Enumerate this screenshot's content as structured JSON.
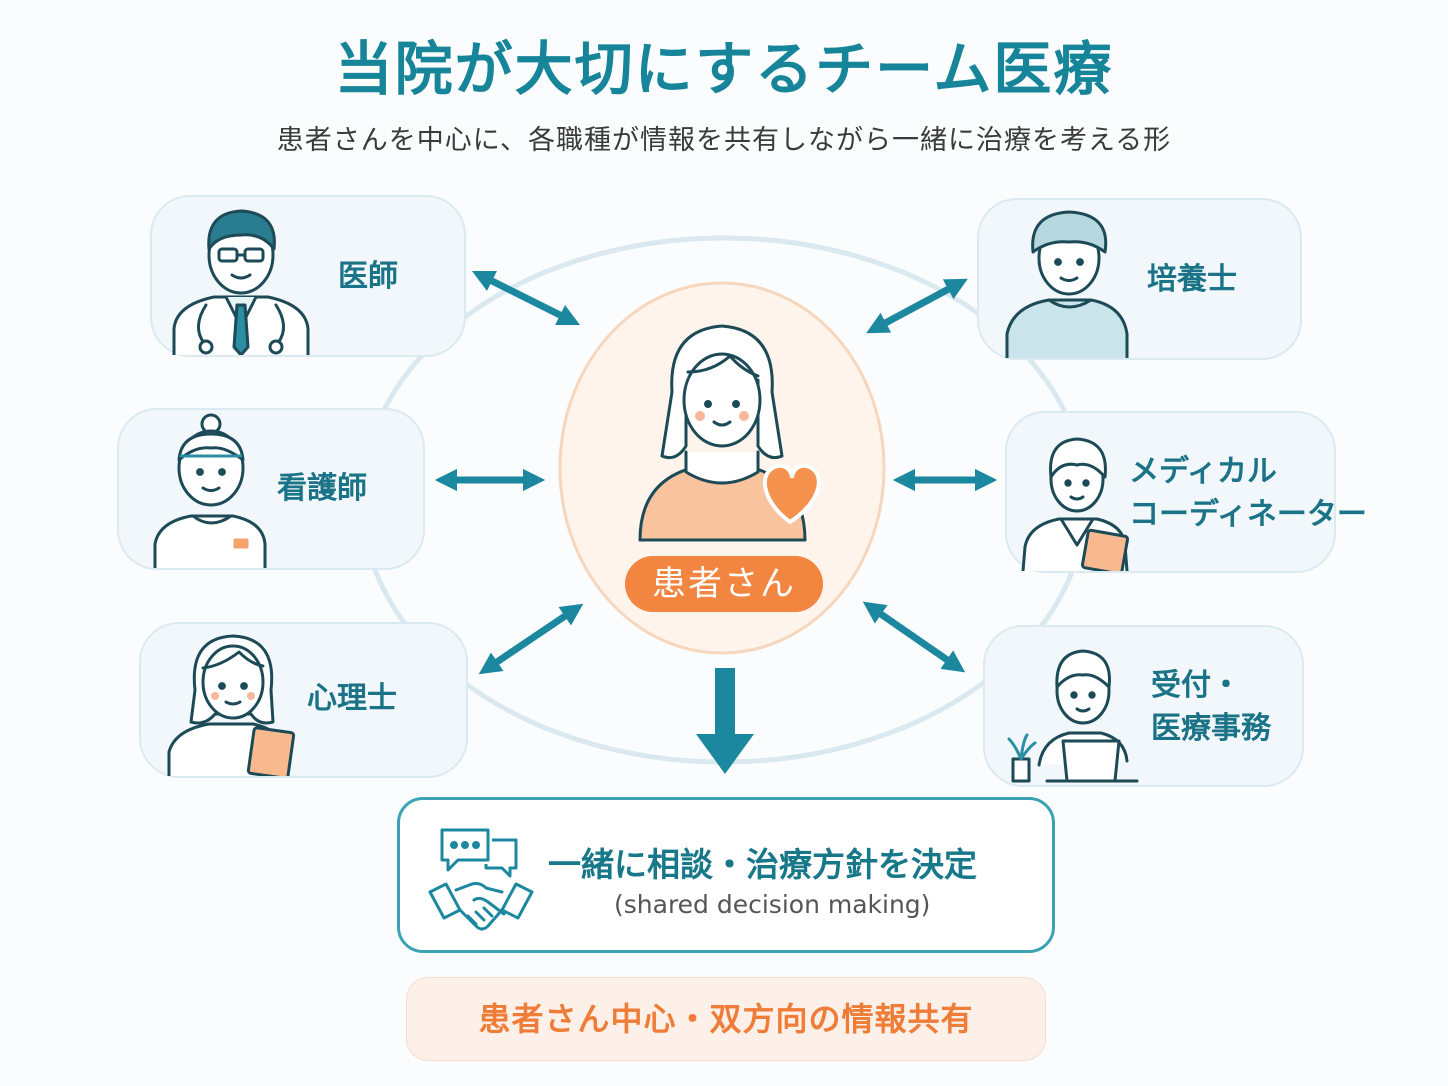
{
  "title": "当院が大切にするチーム医療",
  "subtitle": "患者さんを中心に、各職種が情報を共有しながら一緒に治療を考える形",
  "patient": {
    "label": "患者さん"
  },
  "roles": {
    "doctor": "医師",
    "nurse": "看護師",
    "psychologist": "心理士",
    "cultivator": "培養士",
    "coordinator_line1": "メディカル",
    "coordinator_line2": "コーディネーター",
    "reception_line1": "受付・",
    "reception_line2": "医療事務"
  },
  "decision": {
    "title": "一緒に相談・治療方針を決定",
    "subtitle": "(shared decision making)"
  },
  "banner": "患者さん中心・双方向の情報共有",
  "colors": {
    "teal": "#16859a",
    "orange": "#f28540",
    "card_bg": "#f1f7fa",
    "ring": "#d9e9ef"
  }
}
